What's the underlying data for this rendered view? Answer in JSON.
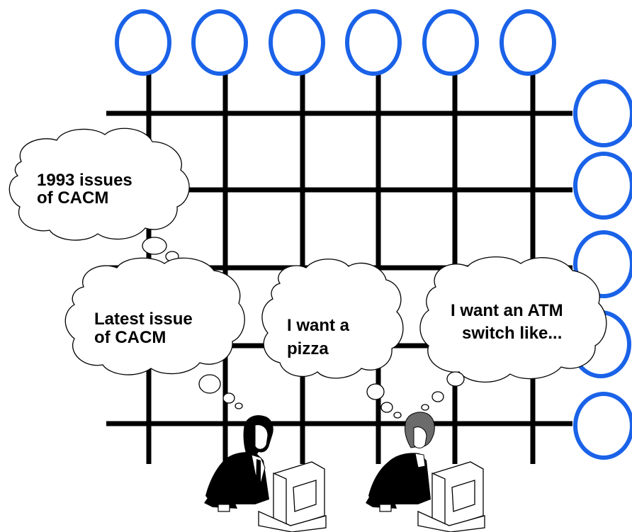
{
  "diagram": {
    "grid_columns": 6,
    "grid_rows": 5,
    "top_nodes": 6,
    "right_nodes": 5,
    "colors": {
      "grid_line": "#000000",
      "node_ring": "#1a62e8",
      "bubble_fill": "#ffffff",
      "bubble_stroke": "#000000"
    }
  },
  "bubbles": {
    "b1": {
      "line1": "1993 issues",
      "line2": "of CACM"
    },
    "b2": {
      "line1": "Latest issue",
      "line2": "of CACM"
    },
    "b3": {
      "line1": "I want a",
      "line2": "pizza"
    },
    "b4": {
      "line1": "I want an ATM",
      "line2": "switch like..."
    }
  },
  "people": [
    {
      "icon": "man-at-computer-icon"
    },
    {
      "icon": "woman-at-computer-icon"
    }
  ]
}
